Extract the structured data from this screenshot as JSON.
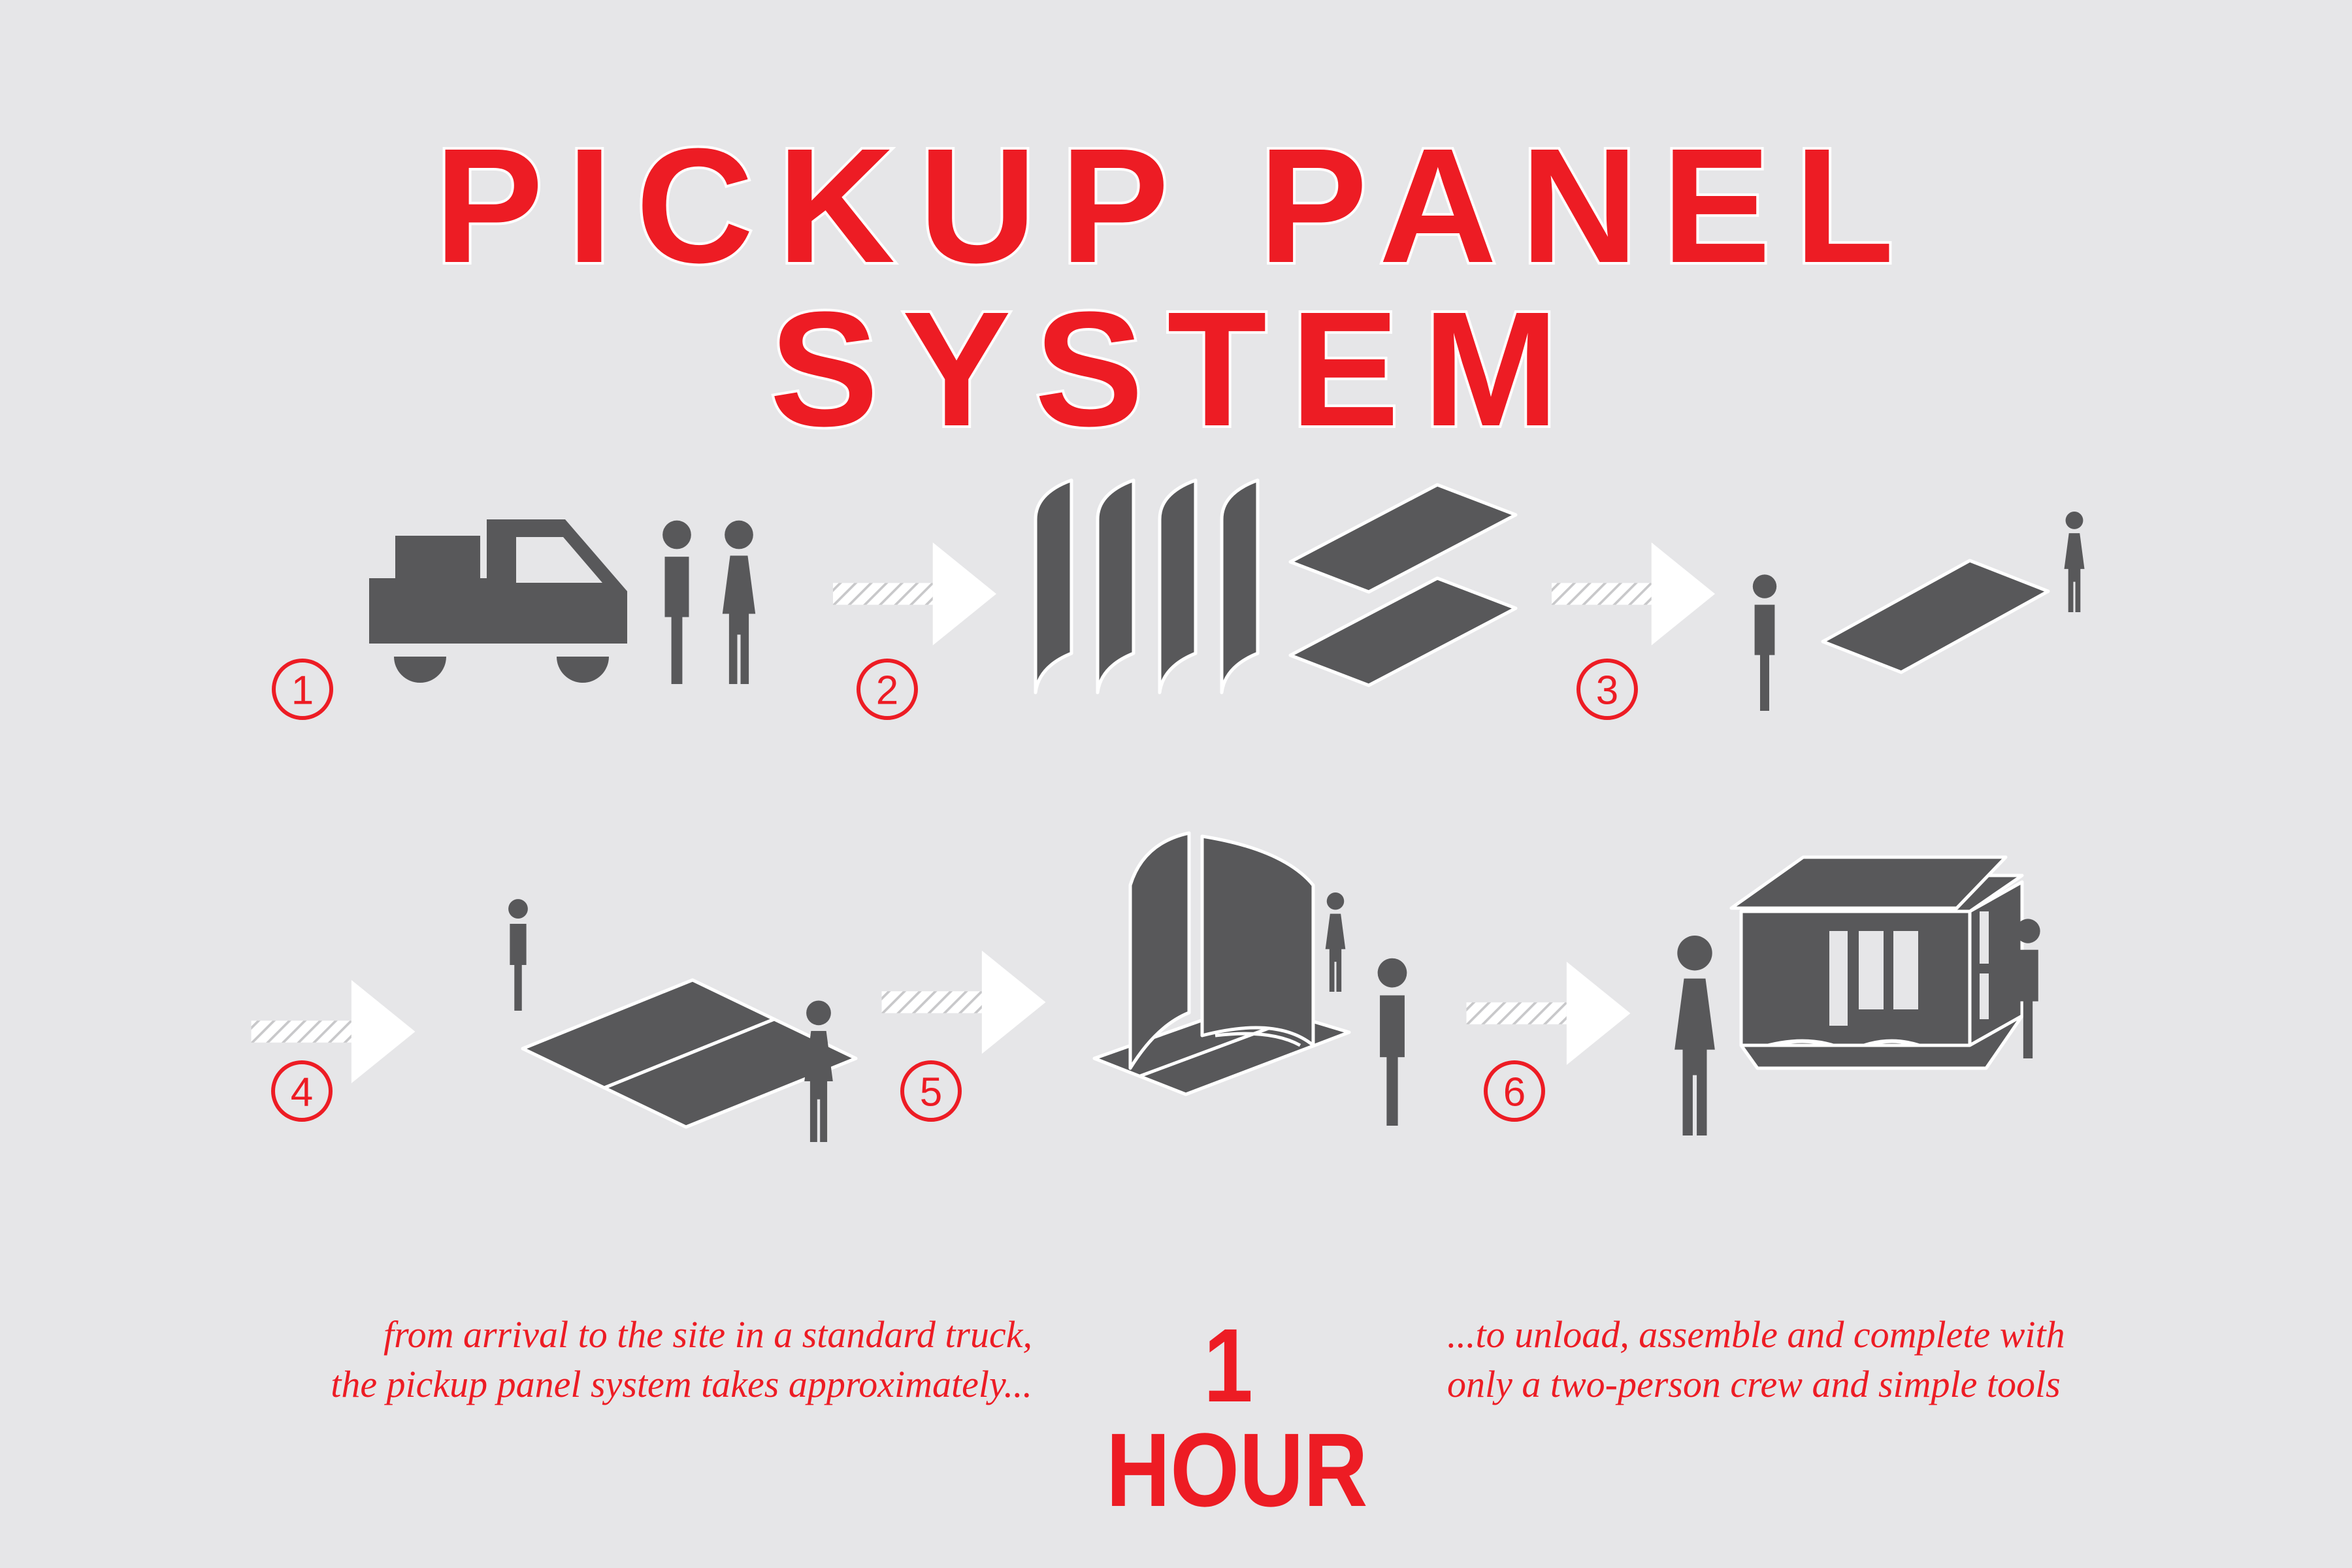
{
  "title": "PICKUP PANEL SYSTEM",
  "colors": {
    "accent": "#ed1c24",
    "figure": "#58585a",
    "background": "#e6e6e8"
  },
  "steps": [
    {
      "number": "1",
      "icon": "truck-and-crew-icon"
    },
    {
      "number": "2",
      "icon": "panel-stack-icon"
    },
    {
      "number": "3",
      "icon": "floor-panel-carry-icon"
    },
    {
      "number": "4",
      "icon": "floor-assembly-icon"
    },
    {
      "number": "5",
      "icon": "wall-assembly-icon"
    },
    {
      "number": "6",
      "icon": "completed-structure-icon"
    }
  ],
  "caption_left": {
    "line1": "from arrival to the site in a standard truck,",
    "line2": "the pickup panel system takes approximately..."
  },
  "duration": "1 HOUR",
  "caption_right": {
    "line1": "...to unload, assemble and complete with",
    "line2": "only a two-person crew and simple tools"
  }
}
